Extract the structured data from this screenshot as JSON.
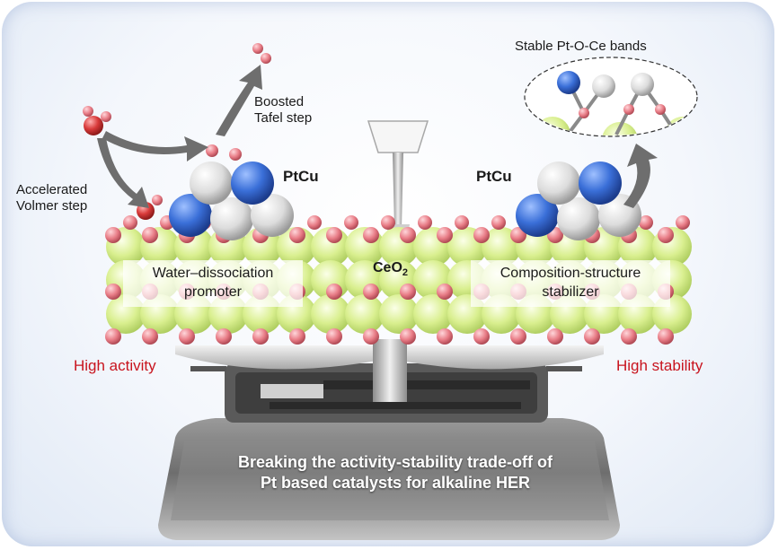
{
  "labels": {
    "stable_bonds": "Stable Pt-O-Ce bands",
    "boosted_tafel": "Boosted\nTafel step",
    "accelerated_volmer": "Accelerated\nVolmer step",
    "ptcu_left": "PtCu",
    "ptcu_right": "PtCu",
    "ceo2_main": "CeO",
    "ceo2_sub": "2",
    "water_dissociation": "Water–dissociation\npromoter",
    "composition_stabilizer": "Composition-structure\nstabilizer",
    "high_activity": "High activity",
    "high_stability": "High stability",
    "bottom_title": "Breaking the activity-stability trade-off of\nPt based catalysts for alkaline HER"
  },
  "colors": {
    "activity_red": "#c8141e",
    "pt_white": "#e8e8e8",
    "cu_blue": "#3a6fd8",
    "oxygen_pink": "#e87c86",
    "ceria_green": "#d9ef8f",
    "scale_gray": "#7a7a7a"
  }
}
